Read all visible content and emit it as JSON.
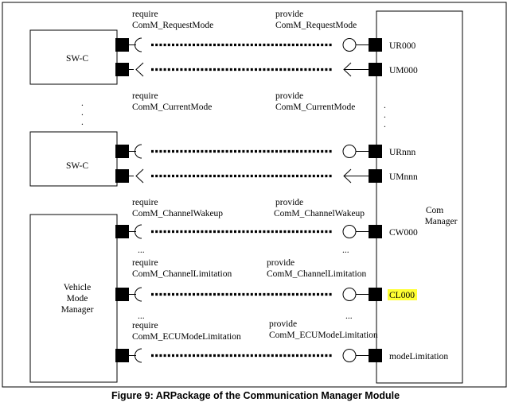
{
  "caption": "Figure 9: ARPackage of the Communication Manager Module",
  "components": {
    "swc_top": "SW-C",
    "swc_mid": "SW-C",
    "vmm_lines": [
      "Vehicle",
      "Mode",
      "Manager"
    ],
    "com_manager_lines": [
      "Com",
      "Manager"
    ]
  },
  "ellipsis": {
    "dot": ".",
    "dots3": "..."
  },
  "interfaces": [
    {
      "require_kw": "require",
      "require_name": "ComM_RequestMode",
      "provide_kw": "provide",
      "provide_name": "ComM_RequestMode"
    },
    {
      "require_kw": "require",
      "require_name": "ComM_CurrentMode",
      "provide_kw": "provide",
      "provide_name": "ComM_CurrentMode"
    },
    {
      "require_kw": "require",
      "require_name": "ComM_ChannelWakeup",
      "provide_kw": "provide",
      "provide_name": "ComM_ChannelWakeup"
    },
    {
      "require_kw": "require",
      "require_name": "ComM_ChannelLimitation",
      "provide_kw": "provide",
      "provide_name": "ComM_ChannelLimitation"
    },
    {
      "require_kw": "require",
      "require_name": "ComM_ECUModeLimitation",
      "provide_kw": "provide",
      "provide_name": "ComM_ECUModeLimitation"
    }
  ],
  "ports": {
    "ur000": "UR000",
    "um000": "UM000",
    "urnnn": "URnnn",
    "umnnn": "UMnnn",
    "cw000": "CW000",
    "cl000": "CL000",
    "mode_limitation": "modeLimitation"
  },
  "colors": {
    "highlight": "#ffff33"
  }
}
